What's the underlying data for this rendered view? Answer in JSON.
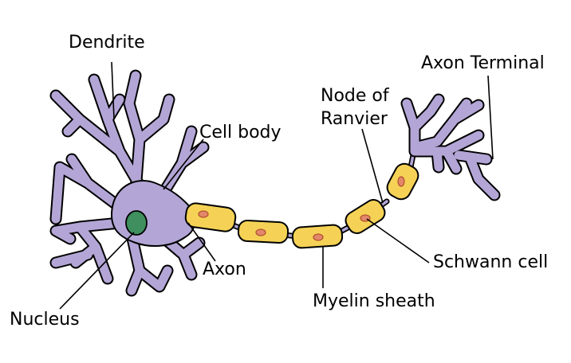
{
  "labels": {
    "dendrite": "Dendrite",
    "cell_body": "Cell body",
    "nucleus": "Nucleus",
    "axon": "Axon",
    "node_of_ranvier_line1": "Node of",
    "node_of_ranvier_line2": "Ranvier",
    "axon_terminal": "Axon Terminal",
    "schwann_cell": "Schwann cell",
    "myelin_sheath": "Myelin sheath"
  },
  "colors": {
    "neuron": "#b3a6d6",
    "nucleus": "#3f8f5f",
    "myelin": "#f5d256",
    "schwann_nucleus": "#e3876a",
    "outline": "#000000"
  }
}
